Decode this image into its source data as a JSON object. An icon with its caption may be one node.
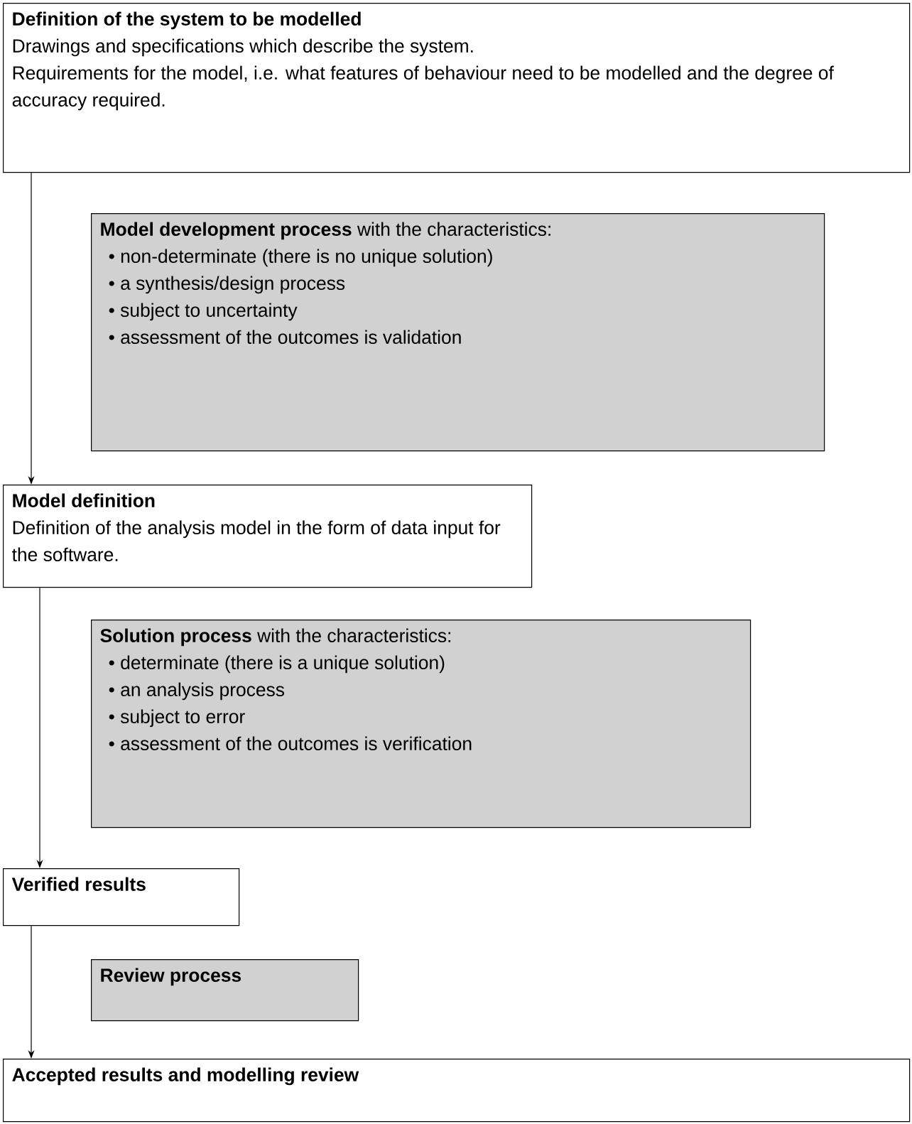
{
  "diagram": {
    "nodes": [
      {
        "text": [
          "Definition of the system to be modelled",
          "Drawings and specifications which describe the system.",
          "Requirements for the model, i.e. what features of behaviour need to be modelled and the degree of accuracy required."
        ]
      },
      {
        "text": [
          "**Model development process** with the characteristics:",
          "• non-determinate (there is no unique solution)",
          "• a synthesis/design process",
          "• subject to uncertainty",
          "• assessment of the outcomes is validation"
        ]
      },
      {
        "text": [
          "Model definition",
          "Definition of the analysis model in the form of data input for the software."
        ]
      },
      {
        "text": [
          "**Solution process** with the characteristics:",
          "• determinate (there is a unique solution)",
          "• an analysis process",
          "• subject to error",
          "• assessment of the outcomes is verification"
        ]
      },
      {
        "text": [
          "Verified results"
        ]
      },
      {
        "text": [
          "Review process"
        ]
      },
      {
        "text": [
          "Accepted results and modelling review"
        ]
      }
    ],
    "edges": [
      {
        "from": 0,
        "to": 2,
        "arrow": "to"
      },
      {
        "from": 2,
        "to": 4,
        "arrow": "to"
      },
      {
        "from": 4,
        "to": 6,
        "arrow": "to"
      }
    ]
  }
}
